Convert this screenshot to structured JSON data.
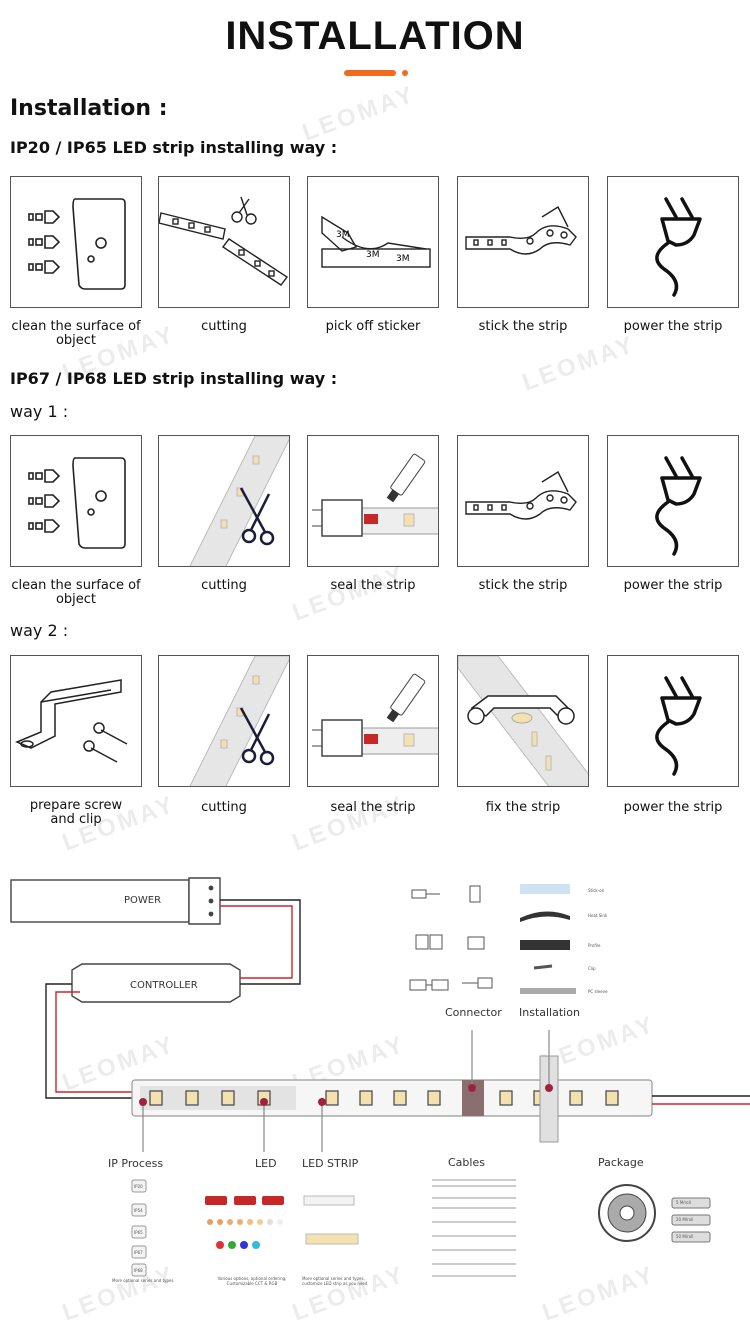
{
  "header": {
    "title": "INSTALLATION"
  },
  "sections": {
    "heading": "Installation :",
    "ip20_title": "IP20 / IP65 LED strip installing way :",
    "ip67_title": "IP67 / IP68 LED strip installing way :",
    "way1": "way 1 :",
    "way2": "way 2 :"
  },
  "row1": [
    "clean the surface of object",
    "cutting",
    "pick off sticker",
    "stick the strip",
    "power the strip"
  ],
  "row2": [
    "clean the surface of object",
    "cutting",
    "seal the strip",
    "stick the strip",
    "power the strip"
  ],
  "row3": [
    "prepare screw and clip",
    "cutting",
    "seal the strip",
    "fix the strip",
    "power the strip"
  ],
  "sticker_label": "3M",
  "diagram": {
    "power": "POWER",
    "controller": "CONTROLLER",
    "connector": "Connector",
    "installation": "Installation",
    "ip_process": "IP  Process",
    "led": "LED",
    "led_strip": "LED  STRIP",
    "cables": "Cables",
    "package": "Package",
    "ip_levels": [
      "IP20",
      "IP54",
      "IP65",
      "IP67",
      "IP68"
    ],
    "rolls": [
      "5   M/roll",
      "20  M/roll",
      "50  M/roll"
    ],
    "install_items": [
      "Stick-on",
      "Heat Sink",
      "Profile",
      "Clip",
      "PC sleeve"
    ],
    "notes": {
      "ip": "More optional series and types",
      "led": "Various options, optional ordering, Customizable CCT & RGB",
      "strip": "More optional series and types, customize LED strip as you need"
    }
  },
  "brand_watermark": "LEOMAY",
  "colors": {
    "accent": "#f26a1b",
    "marker": "#a0223e",
    "wire_red": "#d3232a"
  }
}
